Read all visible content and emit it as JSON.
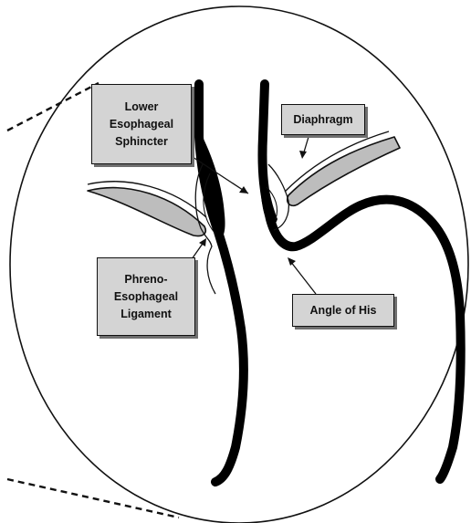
{
  "labels": {
    "les": [
      "Lower",
      "Esophageal",
      "Sphincter"
    ],
    "diaphragm": [
      "Diaphragm"
    ],
    "pel": [
      "Phreno-",
      "Esophageal",
      "Ligament"
    ],
    "his": [
      "Angle of His"
    ]
  },
  "colors": {
    "wall": "#000000",
    "diaphragm_fill": "#bdbdbd",
    "box_fill": "#d4d4d4",
    "box_shadow": "#6f6f6f",
    "background": "#ffffff"
  }
}
